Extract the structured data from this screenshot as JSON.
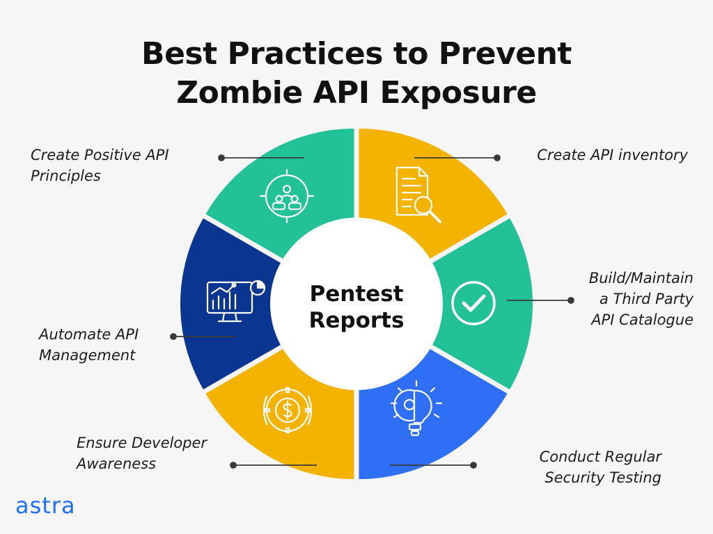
{
  "title": {
    "line1": "Best Practices to Prevent",
    "line2": "Zombie API Exposure"
  },
  "center": {
    "line1": "Pentest",
    "line2": "Reports"
  },
  "segments": [
    {
      "id": "create-positive-api-principles",
      "lines": [
        "Create Positive API",
        "Principles"
      ],
      "color": "#22c197",
      "icon": "team-target-icon"
    },
    {
      "id": "create-api-inventory",
      "lines": [
        "Create API inventory"
      ],
      "color": "#f5b301",
      "icon": "document-search-icon"
    },
    {
      "id": "build-maintain-catalogue",
      "lines": [
        "Build/Maintain",
        "a Third Party",
        "API Catalogue"
      ],
      "color": "#22c197",
      "icon": "checkmark-circle-icon"
    },
    {
      "id": "conduct-security-testing",
      "lines": [
        "Conduct Regular",
        "Security Testing"
      ],
      "color": "#2f6ff5",
      "icon": "lightbulb-gear-icon"
    },
    {
      "id": "ensure-developer-awareness",
      "lines": [
        "Ensure Developer",
        "Awareness"
      ],
      "color": "#f5b301",
      "icon": "gear-dollar-icon"
    },
    {
      "id": "automate-api-management",
      "lines": [
        "Automate API",
        "Management"
      ],
      "color": "#0a3591",
      "icon": "monitor-chart-icon"
    }
  ],
  "logo": {
    "text": "astra",
    "color": "#1f6fff"
  }
}
